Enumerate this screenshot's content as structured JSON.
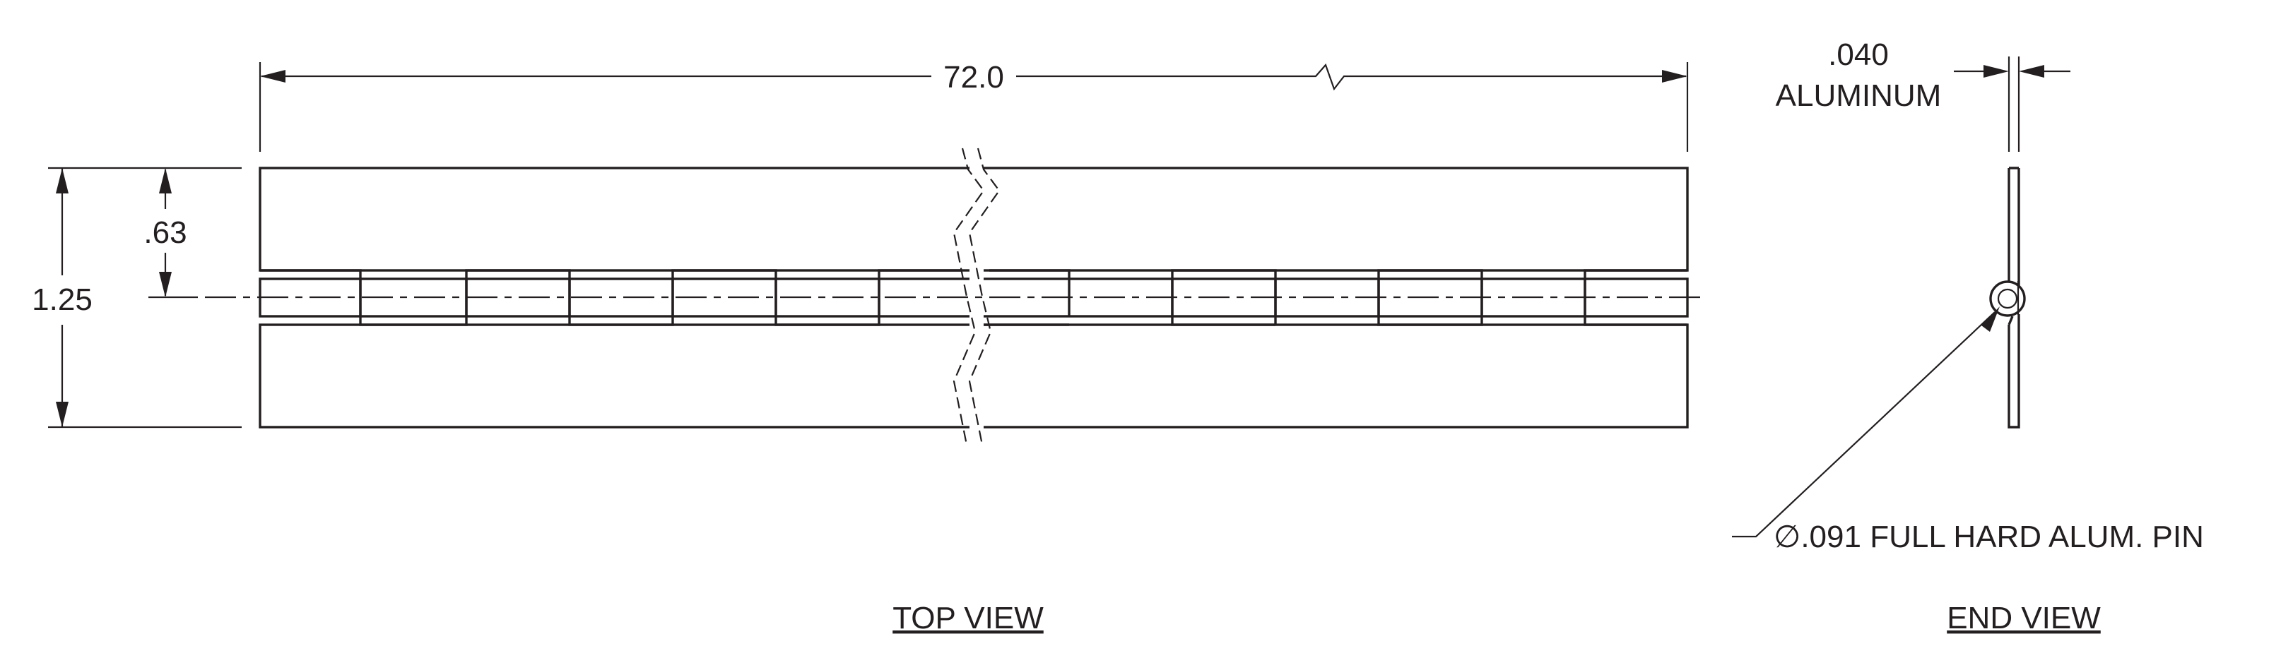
{
  "dimensions": {
    "length": "72.0",
    "width": "1.25",
    "leaf_to_center": ".63",
    "thickness": ".040",
    "material": "ALUMINUM",
    "pin_note": "∅.091 FULL HARD ALUM. PIN"
  },
  "views": {
    "top": "TOP VIEW",
    "end": "END VIEW"
  }
}
